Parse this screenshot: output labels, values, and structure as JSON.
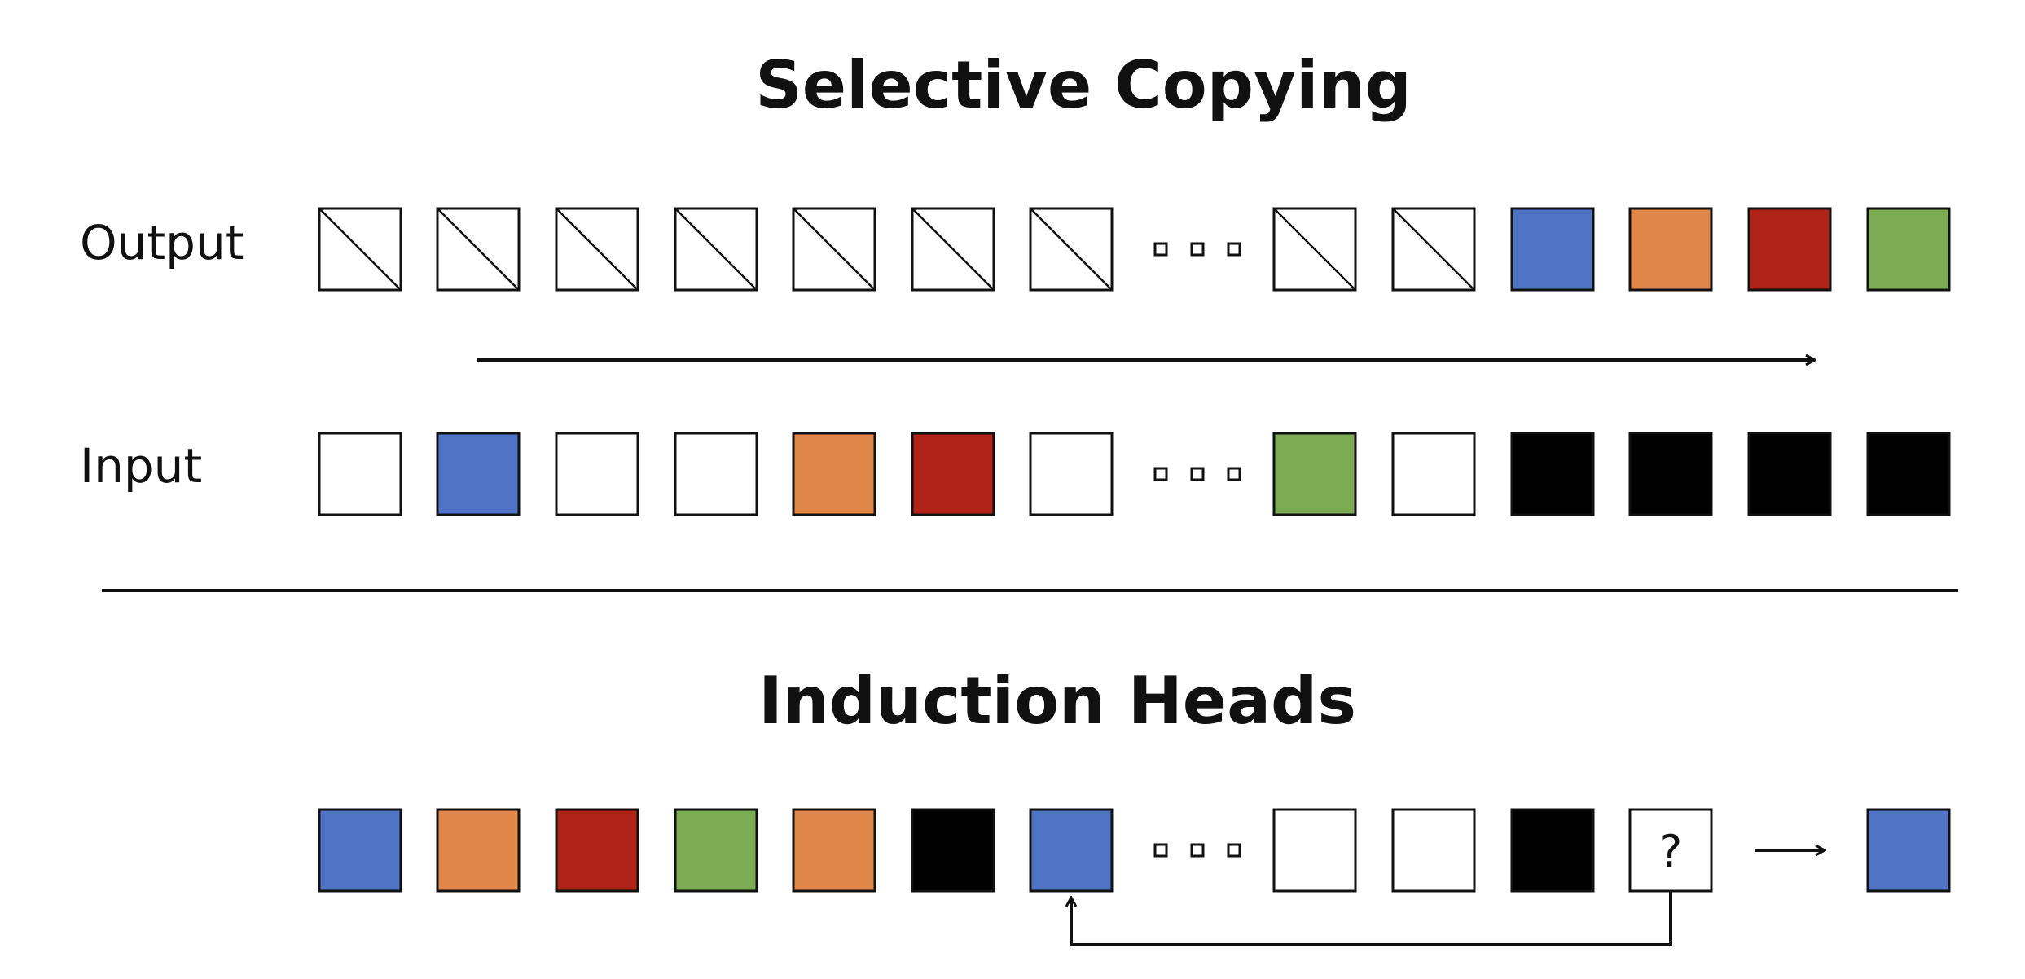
{
  "colors": {
    "blue": "#4f74c5",
    "orange": "#e08648",
    "red": "#ae2218",
    "green": "#7bac53",
    "black": "#000000",
    "white": "#ffffff",
    "stroke": "#111111"
  },
  "selective_copying": {
    "title": "Selective Copying",
    "output_label": "Output",
    "input_label": "Input",
    "output_row": [
      "empty",
      "empty",
      "empty",
      "empty",
      "empty",
      "empty",
      "empty",
      "ellipsis",
      "empty",
      "empty",
      "blue",
      "orange",
      "red",
      "green"
    ],
    "input_row": [
      "white",
      "blue",
      "white",
      "white",
      "orange",
      "red",
      "white",
      "ellipsis",
      "green",
      "white",
      "black",
      "black",
      "black",
      "black"
    ]
  },
  "induction_heads": {
    "title": "Induction Heads",
    "sequence": [
      "blue",
      "orange",
      "red",
      "green",
      "orange",
      "black",
      "blue",
      "ellipsis",
      "white",
      "white",
      "black",
      "query"
    ],
    "query_text": "?",
    "answer": "blue"
  }
}
